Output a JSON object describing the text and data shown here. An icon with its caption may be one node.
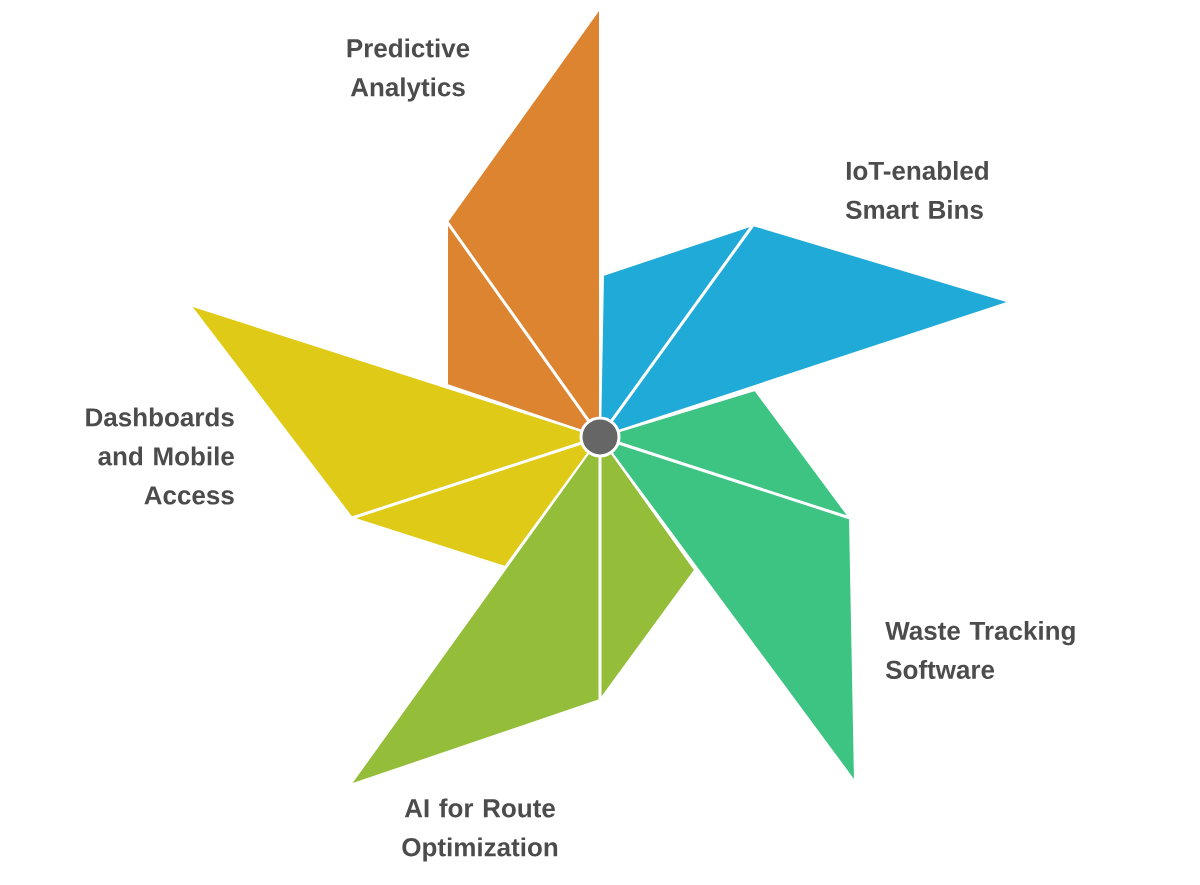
{
  "diagram": {
    "nodes": [
      {
        "text": [
          "Predictive Analytics"
        ]
      },
      {
        "text": [
          "IoT-enabled Smart Bins"
        ]
      },
      {
        "text": [],
        "shape": "circle"
      },
      {
        "text": [
          "Dashboards and Mobile Access"
        ]
      },
      {
        "text": [
          "Waste Tracking Software"
        ]
      },
      {
        "text": [
          "AI for Route Optimization"
        ]
      }
    ]
  }
}
